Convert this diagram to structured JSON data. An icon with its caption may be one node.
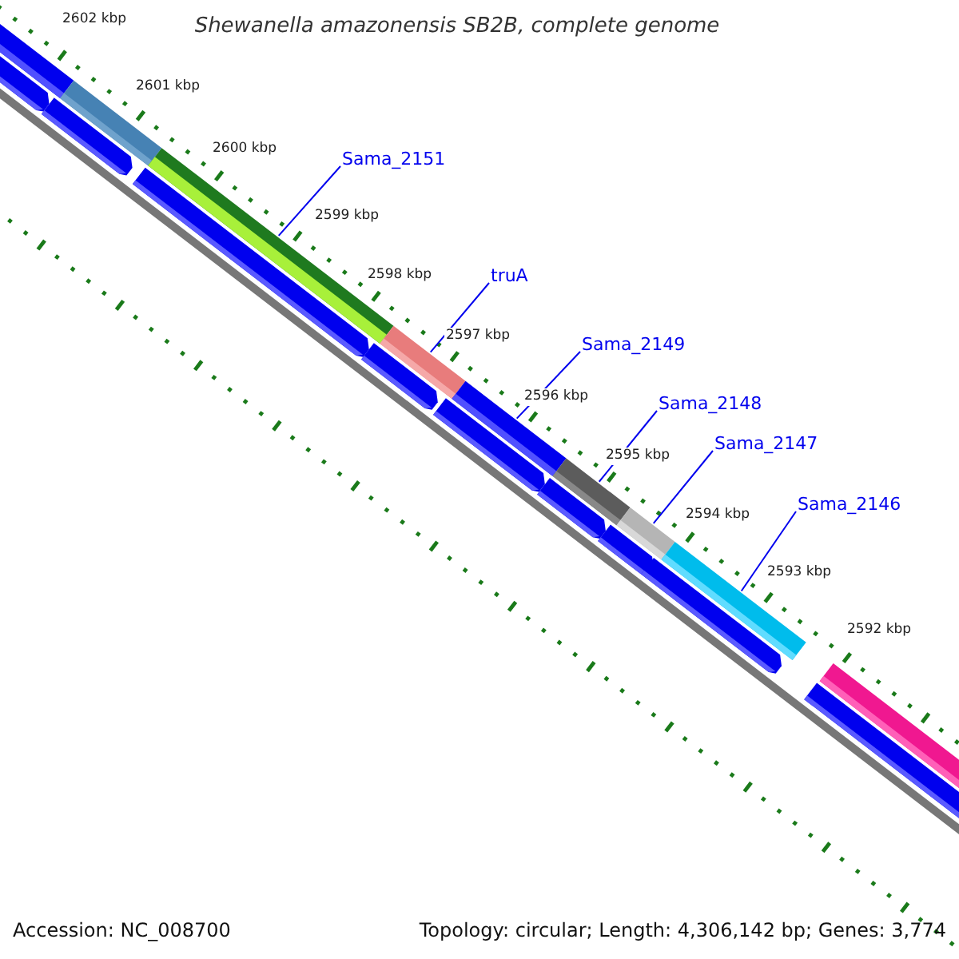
{
  "diagram": {
    "title": "Shewanella amazonensis SB2B, complete genome",
    "nodes": [
      {
        "text": [
          "Sama_2151"
        ]
      },
      {
        "text": [],
        "shape": "bar"
      },
      {
        "text": [
          "truA"
        ]
      },
      {
        "text": [],
        "shape": "bar"
      },
      {
        "text": [
          "Sama_2149"
        ]
      },
      {
        "text": [],
        "shape": "bar"
      },
      {
        "text": [
          "Sama_2148"
        ]
      },
      {
        "text": [],
        "shape": "bar"
      },
      {
        "text": [
          "Sama_2147"
        ]
      },
      {
        "text": [],
        "shape": "bar"
      },
      {
        "text": [
          "Sama_2146"
        ]
      },
      {
        "text": [],
        "shape": "bar"
      }
    ],
    "edges": [
      {
        "from": 0,
        "to": 1,
        "arrow": "none"
      },
      {
        "from": 2,
        "to": 3,
        "arrow": "none"
      },
      {
        "from": 4,
        "to": 5,
        "arrow": "none"
      },
      {
        "from": 6,
        "to": 7,
        "arrow": "none"
      },
      {
        "from": 8,
        "to": 9,
        "arrow": "none"
      },
      {
        "from": 10,
        "to": 11,
        "arrow": "none"
      }
    ],
    "labels": [
      "2602 kbp",
      "2601 kbp",
      "2600 kbp",
      "2599 kbp",
      "2598 kbp",
      "2597 kbp",
      "2596 kbp",
      "2595 kbp",
      "2594 kbp",
      "2593 kbp",
      "2592 kbp",
      "Accession: NC_008700",
      "Topology: circular; Length: 4,306,142 bp; Genes: 3,774"
    ]
  }
}
